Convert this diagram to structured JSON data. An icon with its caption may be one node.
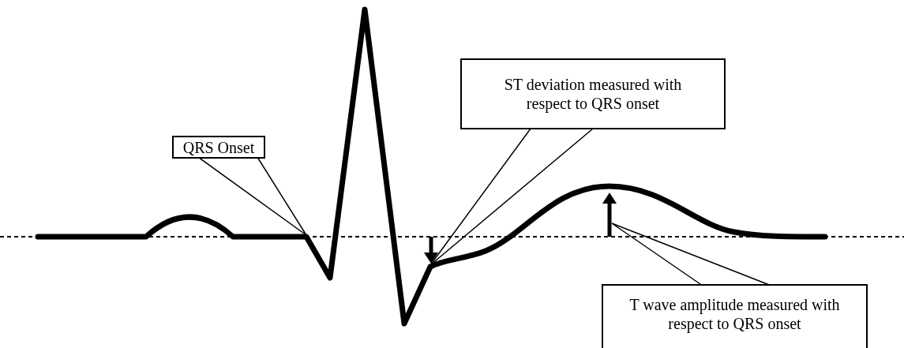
{
  "diagram": {
    "nodes": [
      {
        "text": [
          "QRS Onset"
        ]
      },
      {
        "text": [
          "ST deviation measured with respect to QRS onset"
        ]
      },
      {
        "text": [
          "T wave amplitude measured with respect to QRS onset"
        ]
      }
    ],
    "edges": [
      {
        "from": 0,
        "to": null,
        "arrow": "none"
      },
      {
        "from": 1,
        "to": null,
        "arrow": "none"
      },
      {
        "from": 2,
        "to": null,
        "arrow": "none"
      }
    ]
  }
}
